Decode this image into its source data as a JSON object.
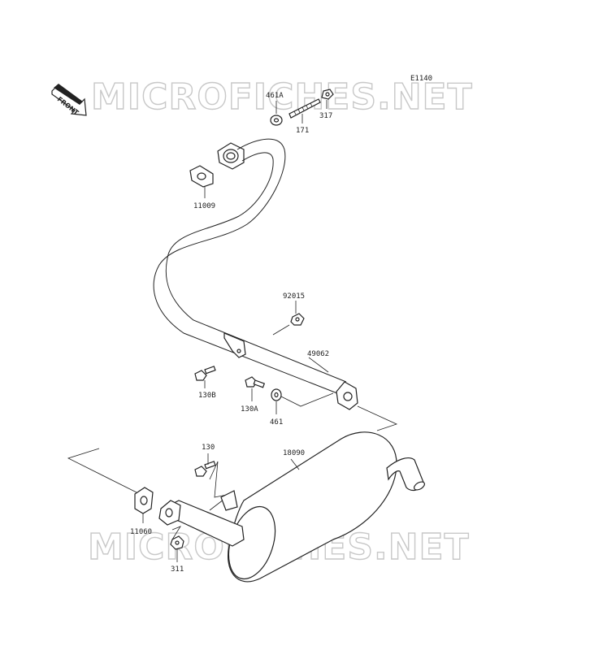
{
  "diagram_code": "E1140",
  "front_arrow_label": "FRONT",
  "watermark_text": "MICROFICHES.NET",
  "parts": [
    {
      "id": "461a",
      "label": "461A"
    },
    {
      "id": "171",
      "label": "171"
    },
    {
      "id": "317",
      "label": "317"
    },
    {
      "id": "11009",
      "label": "11009"
    },
    {
      "id": "92015",
      "label": "92015"
    },
    {
      "id": "49062",
      "label": "49062"
    },
    {
      "id": "130b",
      "label": "130B"
    },
    {
      "id": "130a",
      "label": "130A"
    },
    {
      "id": "461",
      "label": "461"
    },
    {
      "id": "130",
      "label": "130"
    },
    {
      "id": "18090",
      "label": "18090"
    },
    {
      "id": "11060",
      "label": "11060"
    },
    {
      "id": "311",
      "label": "311"
    }
  ]
}
